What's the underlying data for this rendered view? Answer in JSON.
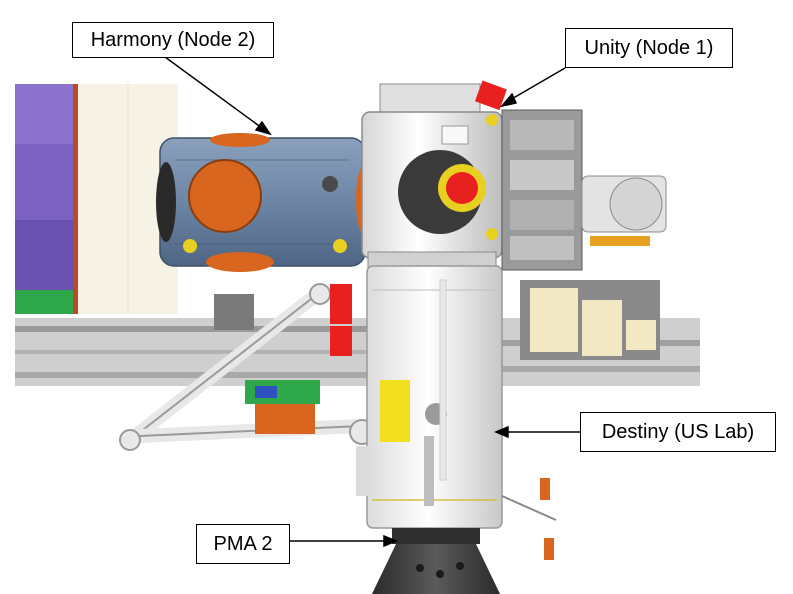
{
  "labels": {
    "harmony": "Harmony (Node 2)",
    "unity": "Unity (Node 1)",
    "destiny": "Destiny (US Lab)",
    "pma2": "PMA 2"
  },
  "colors": {
    "harmony_body": "#6e86a6",
    "hatch_orange": "#d8661e",
    "hatch_yellow": "#e8d020",
    "solar_panel": "#7b62c0",
    "radiator": "#f6f2e6",
    "module_white": "#f2f2f2",
    "pma_dark": "#3a3a3a",
    "truss": "#cfcfcf",
    "accent_red": "#e82020",
    "accent_green": "#2ea84a"
  }
}
